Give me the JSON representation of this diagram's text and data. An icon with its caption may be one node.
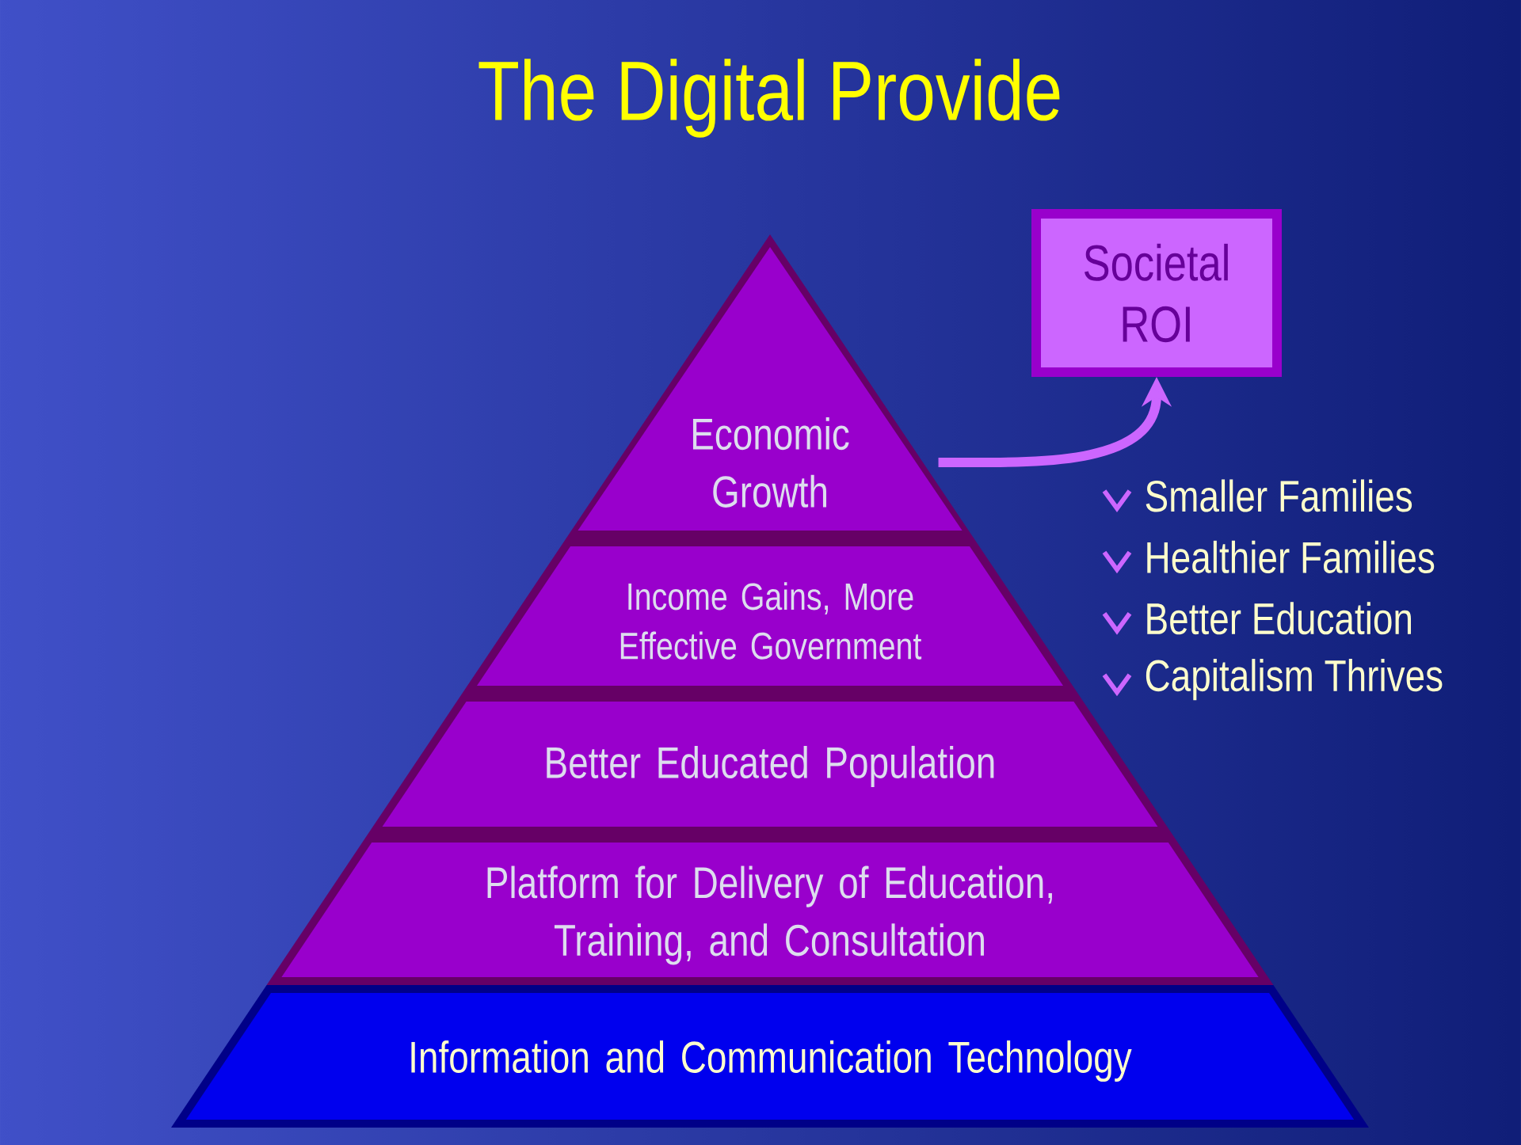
{
  "diagram": {
    "title": "The Digital Provide",
    "nodes": [
      {
        "text": [
          "Economic Growth"
        ]
      },
      {
        "text": [
          "Income Gains, More Effective Government"
        ]
      },
      {
        "text": [
          "Better Educated Population"
        ]
      },
      {
        "text": [
          "Platform for Delivery of Education, Training, and Consultation"
        ]
      },
      {
        "text": [
          "Information and Communication Technology"
        ]
      },
      {
        "text": [
          "Societal ROI"
        ]
      }
    ],
    "edges": [
      {
        "from": 0,
        "to": 5,
        "arrow": "to"
      }
    ],
    "labels": [
      "Smaller Families",
      "Healthier Families",
      "Better Education",
      "Capitalism Thrives"
    ]
  }
}
